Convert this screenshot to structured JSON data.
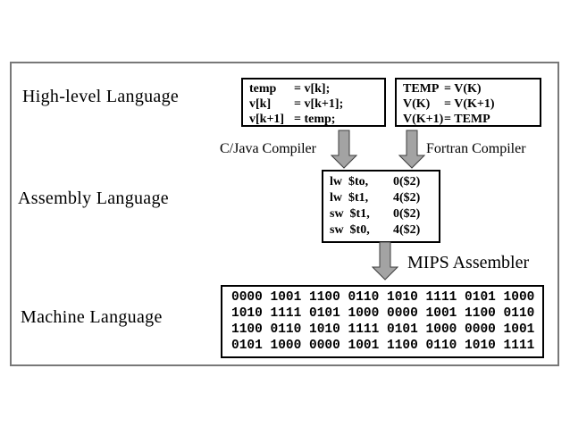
{
  "levels": {
    "high_level_label": "High-level Language",
    "assembly_label": "Assembly Language",
    "machine_label": "Machine Language"
  },
  "translators": {
    "c_java": "C/Java Compiler",
    "fortran": "Fortran Compiler",
    "mips": "MIPS Assembler"
  },
  "c_code": {
    "lines": [
      {
        "lhs": "temp",
        "rhs": "= v[k];"
      },
      {
        "lhs": "v[k]",
        "rhs": "= v[k+1];"
      },
      {
        "lhs": "v[k+1]",
        "rhs": "= temp;"
      }
    ]
  },
  "fortran_code": {
    "lines": [
      {
        "lhs": "TEMP",
        "rhs": "= V(K)"
      },
      {
        "lhs": "V(K)",
        "rhs": "= V(K+1)"
      },
      {
        "lhs": "V(K+1)",
        "rhs": "= TEMP"
      }
    ]
  },
  "assembly_code": {
    "lines": [
      {
        "lhs": "lw  $to,",
        "rhs": "0($2)"
      },
      {
        "lhs": "lw  $t1,",
        "rhs": "4($2)"
      },
      {
        "lhs": "sw  $t1,",
        "rhs": "0($2)"
      },
      {
        "lhs": "sw  $t0,",
        "rhs": "4($2)"
      }
    ]
  },
  "machine_code": {
    "lines": [
      "0000 1001 1100 0110 1010 1111 0101 1000",
      "1010 1111 0101 1000 0000 1001 1100 0110",
      "1100 0110 1010 1111 0101 1000 0000 1001",
      "0101 1000 0000 1001 1100 0110 1010 1111"
    ]
  },
  "colors": {
    "background": "#ffffff",
    "frame_border": "#787878",
    "box_border": "#000000",
    "arrow_fill": "#a3a3a3",
    "arrow_stroke": "#3d3d3d",
    "text": "#000000"
  }
}
